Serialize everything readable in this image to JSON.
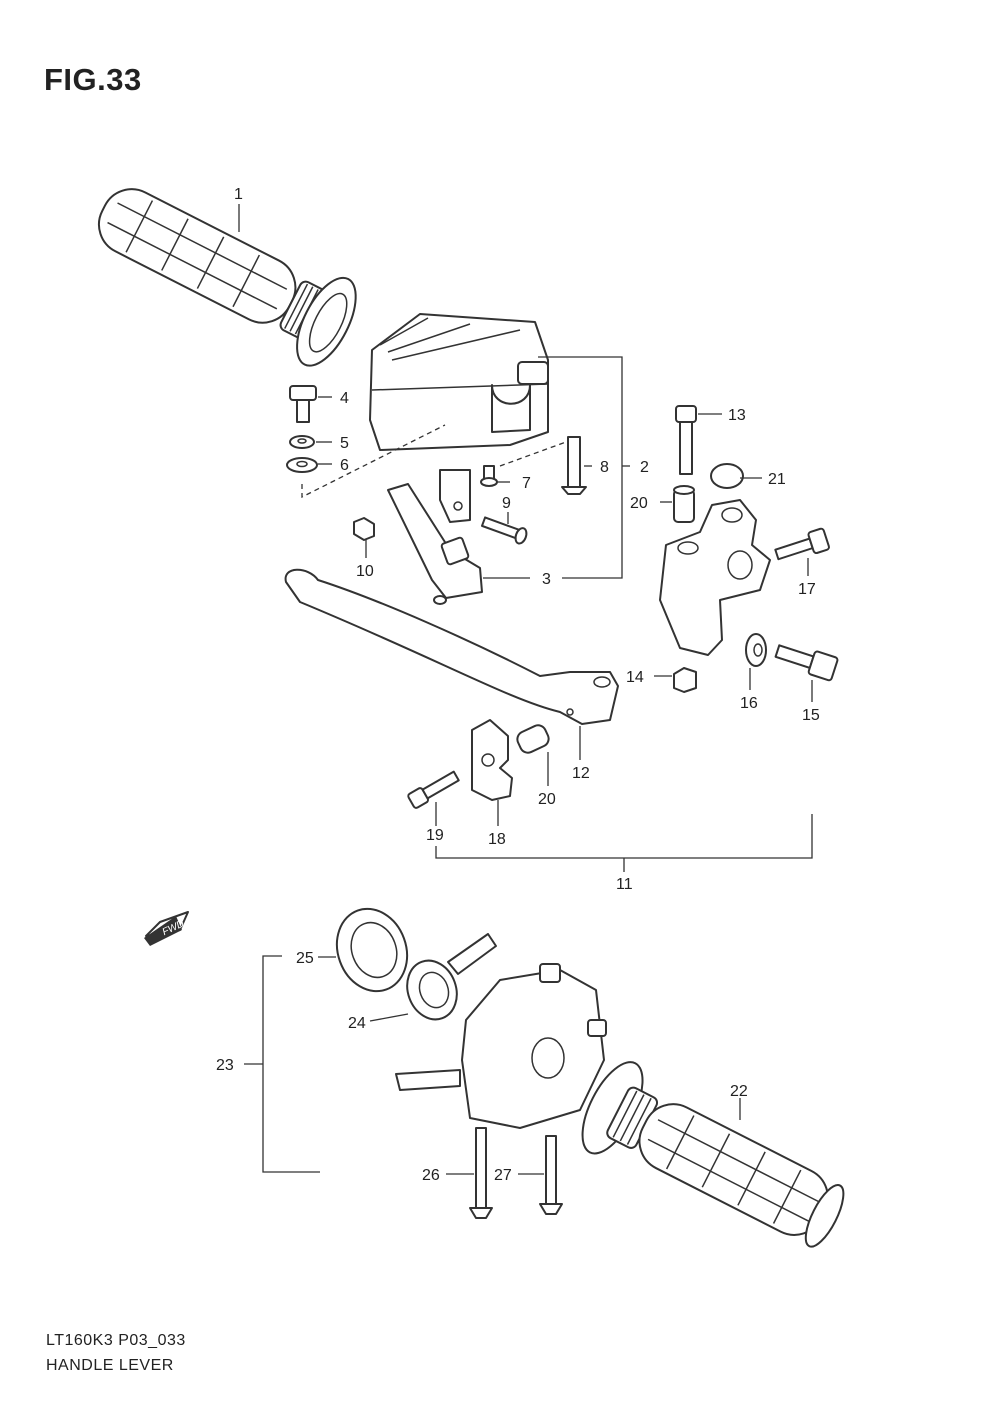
{
  "figure": {
    "title": "FIG.33",
    "code": "LT160K3 P03_033",
    "name": "HANDLE LEVER"
  },
  "fwd_badge": "FWD",
  "callouts": [
    {
      "id": "c1",
      "text": "1"
    },
    {
      "id": "c2",
      "text": "2"
    },
    {
      "id": "c3",
      "text": "3"
    },
    {
      "id": "c4",
      "text": "4"
    },
    {
      "id": "c5",
      "text": "5"
    },
    {
      "id": "c6",
      "text": "6"
    },
    {
      "id": "c7",
      "text": "7"
    },
    {
      "id": "c8",
      "text": "8"
    },
    {
      "id": "c9",
      "text": "9"
    },
    {
      "id": "c10",
      "text": "10"
    },
    {
      "id": "c11",
      "text": "11"
    },
    {
      "id": "c12",
      "text": "12"
    },
    {
      "id": "c13",
      "text": "13"
    },
    {
      "id": "c14",
      "text": "14"
    },
    {
      "id": "c15",
      "text": "15"
    },
    {
      "id": "c16",
      "text": "16"
    },
    {
      "id": "c17",
      "text": "17"
    },
    {
      "id": "c18",
      "text": "18"
    },
    {
      "id": "c19",
      "text": "19"
    },
    {
      "id": "c20a",
      "text": "20"
    },
    {
      "id": "c20b",
      "text": "20"
    },
    {
      "id": "c21",
      "text": "21"
    },
    {
      "id": "c22",
      "text": "22"
    },
    {
      "id": "c23",
      "text": "23"
    },
    {
      "id": "c24",
      "text": "24"
    },
    {
      "id": "c25",
      "text": "25"
    },
    {
      "id": "c26",
      "text": "26"
    },
    {
      "id": "c27",
      "text": "27"
    }
  ]
}
